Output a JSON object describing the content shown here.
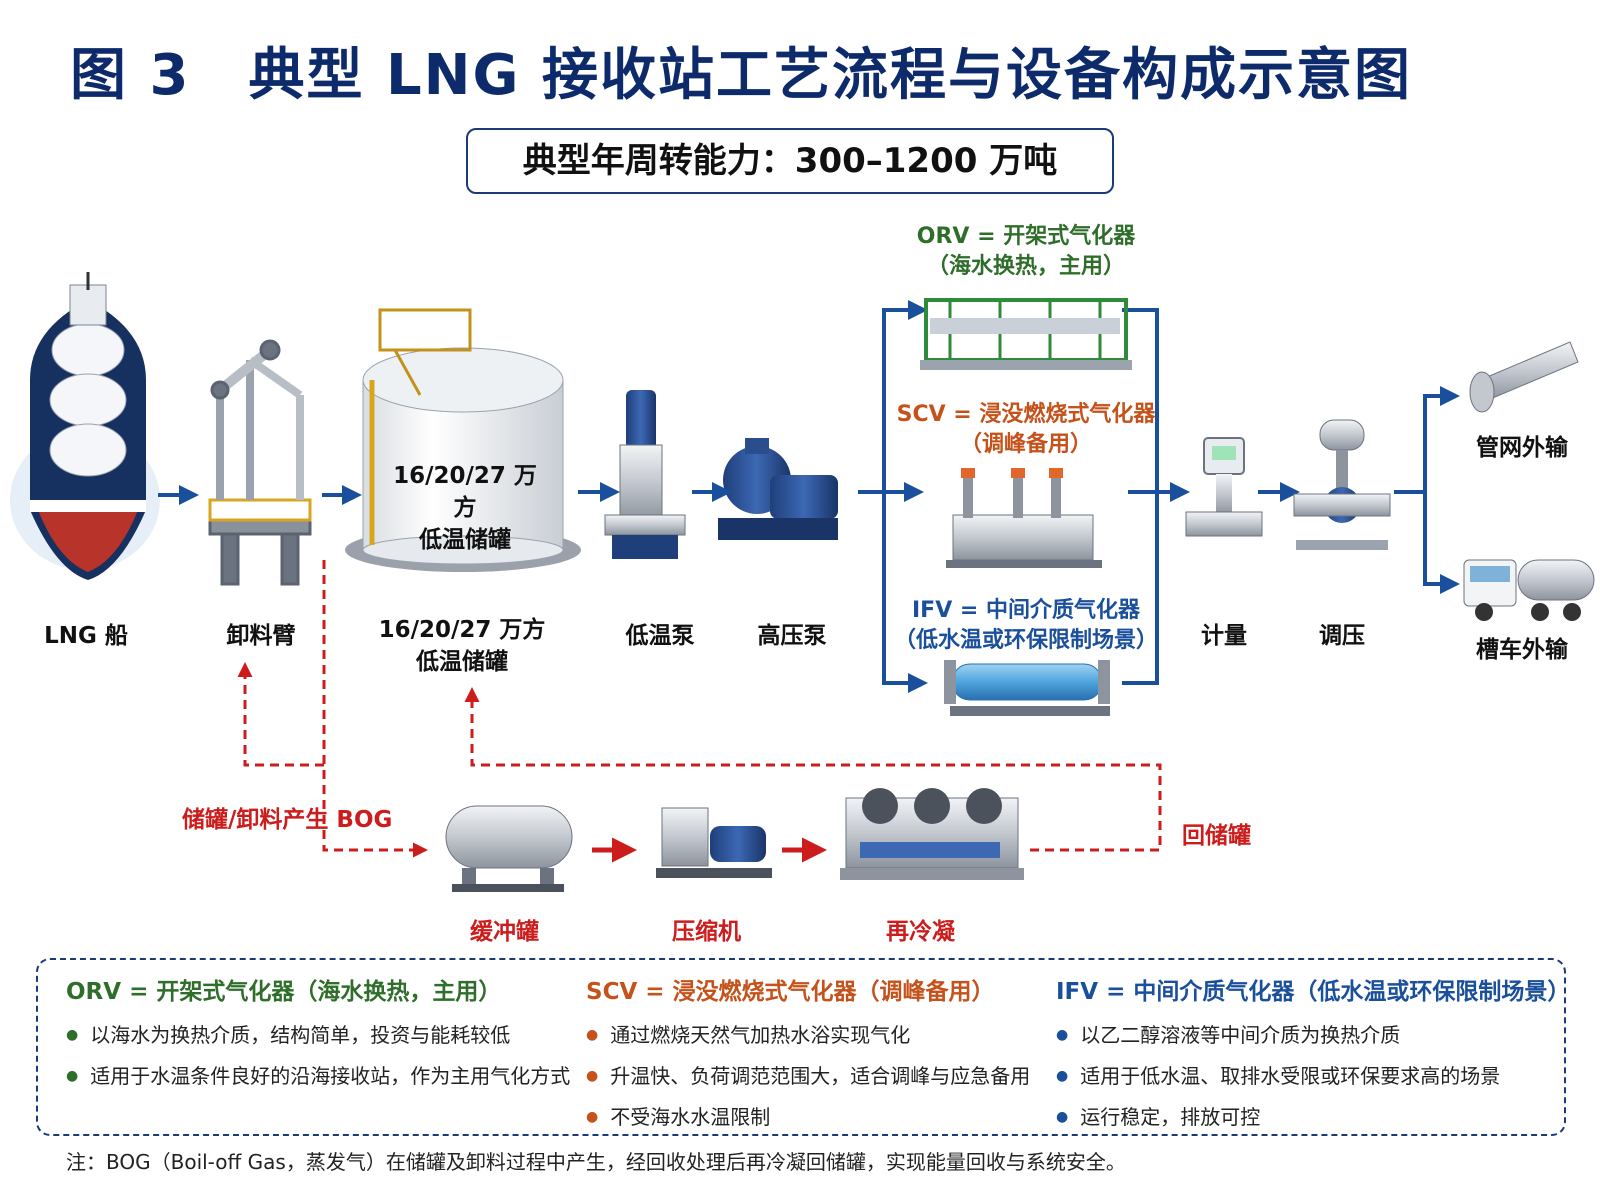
{
  "title": "图 3　典型 LNG 接收站工艺流程与设备构成示意图",
  "capacity": "典型年周转能力：300–1200 万吨",
  "stages": {
    "ship": "LNG 船",
    "arm": "卸料臂",
    "tank_inner_line1": "16/20/27 万方",
    "tank_inner_line2": "低温储罐",
    "tank_line1": "16/20/27 万方",
    "tank_line2": "低温储罐",
    "lp_pump": "低温泵",
    "hp_pump": "高压泵",
    "metering": "计量",
    "regulating": "调压",
    "pipeline": "管网外输",
    "truck": "槽车外输"
  },
  "vaporizers": {
    "orv_title": "ORV = 开架式气化器",
    "orv_sub": "（海水换热，主用）",
    "scv_title": "SCV = 浸没燃烧式气化器",
    "scv_sub": "（调峰备用）",
    "ifv_title": "IFV = 中间介质气化器",
    "ifv_sub": "（低水温或环保限制场景）"
  },
  "bog": {
    "source": "储罐/卸料产生 BOG",
    "buffer": "缓冲罐",
    "compressor": "压缩机",
    "recondenser": "再冷凝",
    "return": "回储罐"
  },
  "info": {
    "orv": {
      "heading": "ORV = 开架式气化器（海水换热，主用）",
      "items": [
        "以海水为换热介质，结构简单，投资与能耗较低",
        "适用于水温条件良好的沿海接收站，作为主用气化方式"
      ]
    },
    "scv": {
      "heading": "SCV = 浸没燃烧式气化器（调峰备用）",
      "items": [
        "通过燃烧天然气加热水浴实现气化",
        "升温快、负荷调范范围大，适合调峰与应急备用",
        "不受海水水温限制"
      ]
    },
    "ifv": {
      "heading": "IFV = 中间介质气化器（低水温或环保限制场景）",
      "items": [
        "以乙二醇溶液等中间介质为换热介质",
        "适用于低水温、取排水受限或环保要求高的场景",
        "运行稳定，排放可控"
      ]
    }
  },
  "note": "注：BOG（Boil-off Gas，蒸发气）在储罐及卸料过程中产生，经回收处理后再冷凝回储罐，实现能量回收与系统安全。",
  "colors": {
    "navy": "#0d2a6b",
    "flow_blue": "#1a4f9c",
    "bog_red": "#cc1c1c",
    "orv_green": "#2f6e2a",
    "scv_orange": "#c4521a"
  }
}
